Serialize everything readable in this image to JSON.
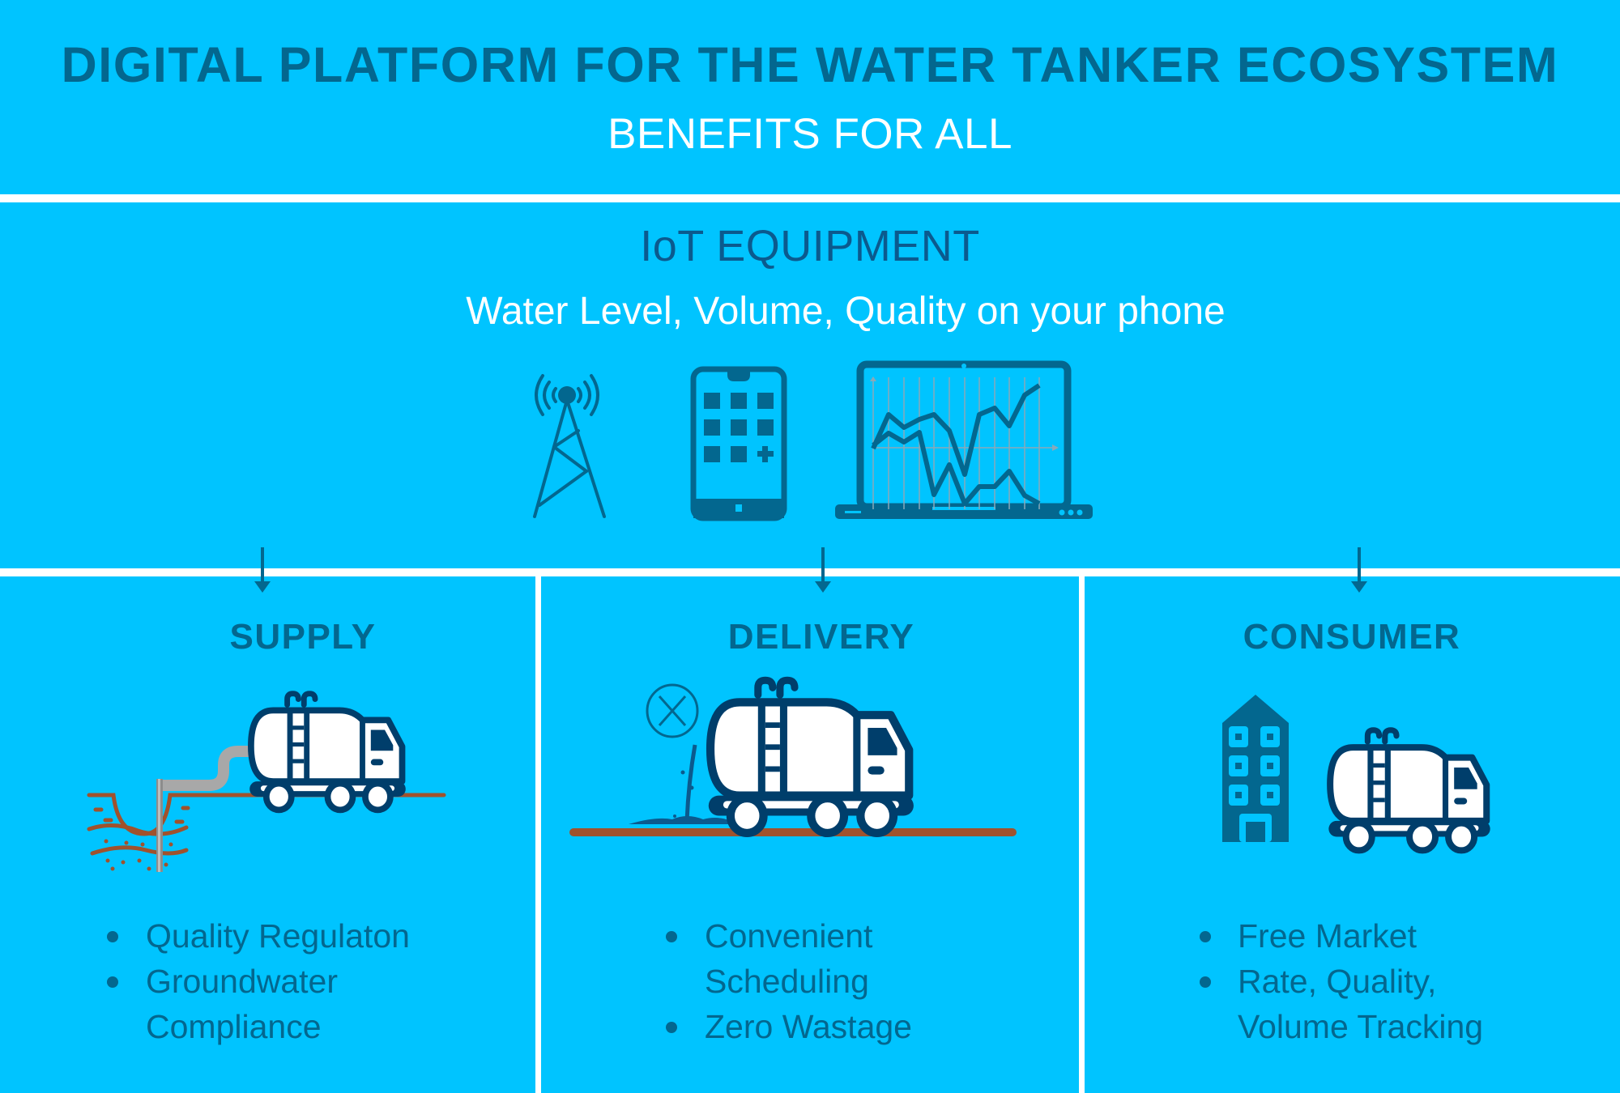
{
  "header": {
    "title": "DIGITAL PLATFORM FOR THE WATER TANKER ECOSYSTEM",
    "subtitle": "BENEFITS FOR ALL"
  },
  "iot": {
    "title": "IoT EQUIPMENT",
    "subtitle": "Water Level, Volume, Quality on your phone",
    "icons": [
      "cell-tower-icon",
      "smartphone-icon",
      "laptop-chart-icon"
    ]
  },
  "columns": [
    {
      "heading": "SUPPLY",
      "illustration": "borewell-pipe-tanker-icon",
      "bullets": [
        {
          "lines": [
            "Quality Regulaton"
          ]
        },
        {
          "lines": [
            "Groundwater",
            "Compliance"
          ]
        }
      ]
    },
    {
      "heading": "DELIVERY",
      "illustration": "leaking-tanker-no-wastage-icon",
      "bullets": [
        {
          "lines": [
            "Convenient",
            "Scheduling"
          ]
        },
        {
          "lines": [
            "Zero Wastage"
          ]
        }
      ]
    },
    {
      "heading": "CONSUMER",
      "illustration": "building-and-tanker-icon",
      "bullets": [
        {
          "lines": [
            "Free Market"
          ]
        },
        {
          "lines": [
            "Rate, Quality,",
            "Volume Tracking"
          ]
        }
      ]
    }
  ],
  "colors": {
    "background": "#00C4FF",
    "heading_dark": "#03678F",
    "truck_navy": "#003E6B",
    "ground_brown": "#A0522D",
    "divider": "#FFFFFF"
  }
}
